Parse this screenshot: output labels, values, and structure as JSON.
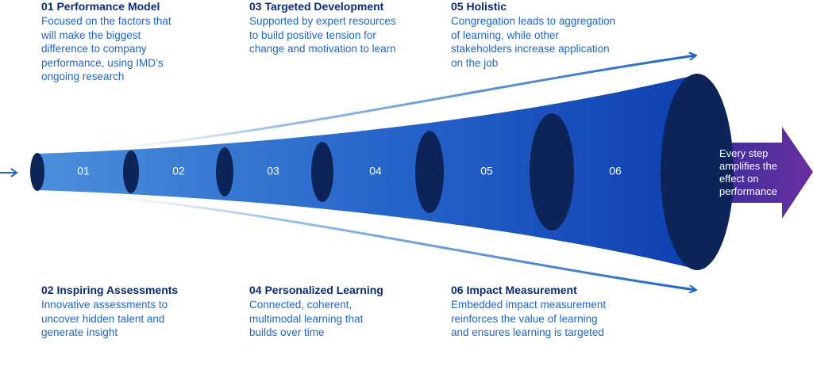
{
  "stages": [
    {
      "number": "01",
      "title": "01 Performance Model",
      "description": "Focused on the factors that will make the biggest difference to company performance, using IMD’s ongoing research"
    },
    {
      "number": "02",
      "title": "02 Inspiring Assessments",
      "description": "Innovative assessments to uncover hidden talent and generate insight"
    },
    {
      "number": "03",
      "title": "03 Targeted Development",
      "description": "Supported by expert resources to build positive tension for change and motivation to learn"
    },
    {
      "number": "04",
      "title": "04 Personalized Learning",
      "description": "Connected, coherent, multimodal learning that builds over time"
    },
    {
      "number": "05",
      "title": "05 Holistic",
      "description": "Congregation leads to aggregation of learning, while other stakeholders increase application on the job"
    },
    {
      "number": "06",
      "title": "06 Impact Measurement",
      "description": "Embedded impact measurement reinforces the value of learning and ensures learning is targeted"
    }
  ],
  "outcome": {
    "lines": [
      "Every step",
      "amplifies the",
      "effect on",
      "performance"
    ]
  },
  "colors": {
    "ring": "#0d2459",
    "funnel_light": "#3f86d6",
    "funnel_dark": "#0f3fb0",
    "arrow_blue": "#1f66c2",
    "outcome_start": "#2b2f9a",
    "outcome_end": "#6a2fa0",
    "title": "#0b2a6f",
    "text": "#1f66c2"
  }
}
